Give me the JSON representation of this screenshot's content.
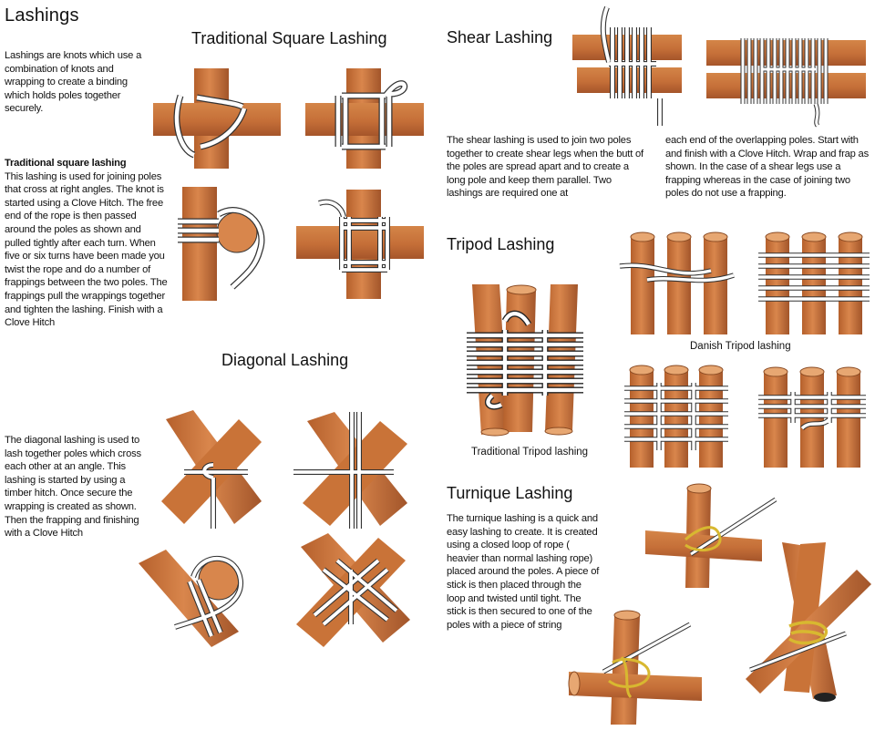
{
  "colors": {
    "wood": "#c8713a",
    "wood_dark": "#9a4f22",
    "wood_light": "#e39a62",
    "rope": "#ffffff",
    "rope_stroke": "#3a3a3a",
    "twine": "#d8b830"
  },
  "lashings": {
    "title": "Lashings",
    "intro": "Lashings are knots which use a combination of knots and wrapping to create a binding which holds poles together securely."
  },
  "square": {
    "heading": "Traditional Square Lashing",
    "subheading": "Traditional square lashing",
    "body": "This lashing is used for joining poles that cross at right angles. The knot is started using a Clove Hitch. The free end of the rope is then passed around the poles as shown and pulled tightly after each turn. When five or six turns have been made you twist the rope and do a number of frappings between the two poles. The frappings pull the wrappings together and tighten the lashing. Finish with a Clove Hitch"
  },
  "diagonal": {
    "heading": "Diagonal Lashing",
    "body": "The diagonal lashing is used to lash together poles which cross each other at an angle. This lashing is started by using a timber hitch. Once secure the wrapping is created as shown. Then the frapping and finishing with a Clove Hitch"
  },
  "shear": {
    "heading": "Shear Lashing",
    "body_col1": "The shear lashing is used to join two poles together to create shear legs when the butt of the poles are spread apart and to create a long pole and keep them parallel. Two lashings are required one at",
    "body_col2": "each end of the overlapping poles. Start with and finish with a Clove Hitch. Wrap and frap as shown. In the case of a shear legs use a frapping whereas in the case of joining two poles do not use a frapping."
  },
  "tripod": {
    "heading": "Tripod Lashing",
    "caption_danish": "Danish Tripod lashing",
    "caption_traditional": "Traditional Tripod lashing"
  },
  "turnique": {
    "heading": "Turnique Lashing",
    "body": "The turnique lashing is a quick and easy lashing to create. It is created using a closed loop of rope ( heavier than normal lashing rope) placed around the poles. A piece of stick is then placed through the loop and twisted until tight. The stick is then secured to one of the poles with a piece of string"
  }
}
